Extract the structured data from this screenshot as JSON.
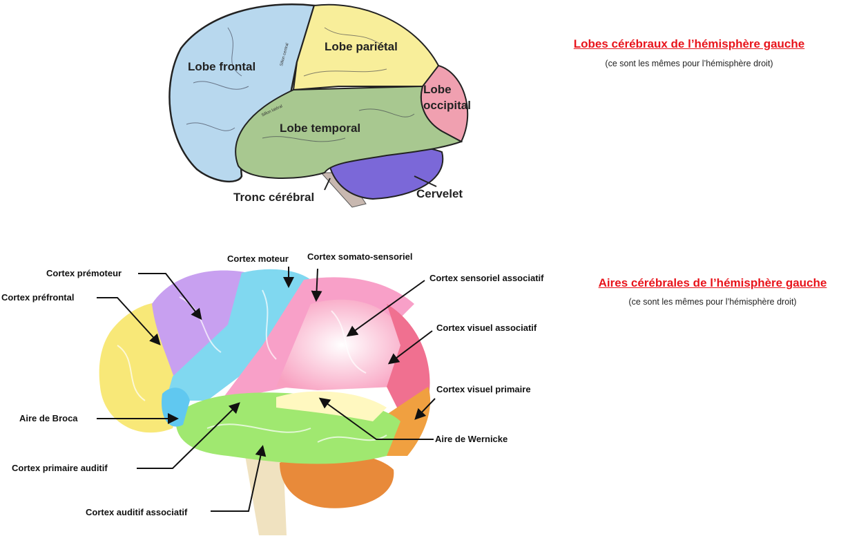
{
  "lobes_section": {
    "title": "Lobes cérébraux de l’hémisphère gauche",
    "subtitle": "(ce sont les mêmes pour l’hémisphère droit)",
    "labels": {
      "frontal": "Lobe frontal",
      "parietal": "Lobe pariétal",
      "occipital_1": "Lobe",
      "occipital_2": "occipital",
      "temporal": "Lobe temporal",
      "brainstem": "Tronc cérébral",
      "cerebellum": "Cervelet",
      "central_sulcus": "Sillon central",
      "lateral_sulcus": "Sillon latéral"
    },
    "colors": {
      "frontal": "#b8d8ee",
      "parietal": "#f8ee9a",
      "occipital": "#f0a0b0",
      "temporal": "#a8c890",
      "cerebellum": "#7b68d8",
      "brainstem": "#c8b8b0"
    }
  },
  "areas_section": {
    "title": "Aires cérébrales de l’hémisphère gauche",
    "subtitle": "(ce sont les mêmes pour l’hémisphère droit)",
    "labels": {
      "motor": "Cortex moteur",
      "somatosensory": "Cortex somato-sensoriel",
      "premotor": "Cortex prémoteur",
      "prefrontal": "Cortex préfrontal",
      "sensory_assoc": "Cortex sensoriel associatif",
      "visual_assoc": "Cortex visuel associatif",
      "visual_primary": "Cortex visuel primaire",
      "broca": "Aire de Broca",
      "wernicke": "Aire de Wernicke",
      "auditory_primary": "Cortex primaire auditif",
      "auditory_assoc": "Cortex auditif associatif"
    }
  }
}
